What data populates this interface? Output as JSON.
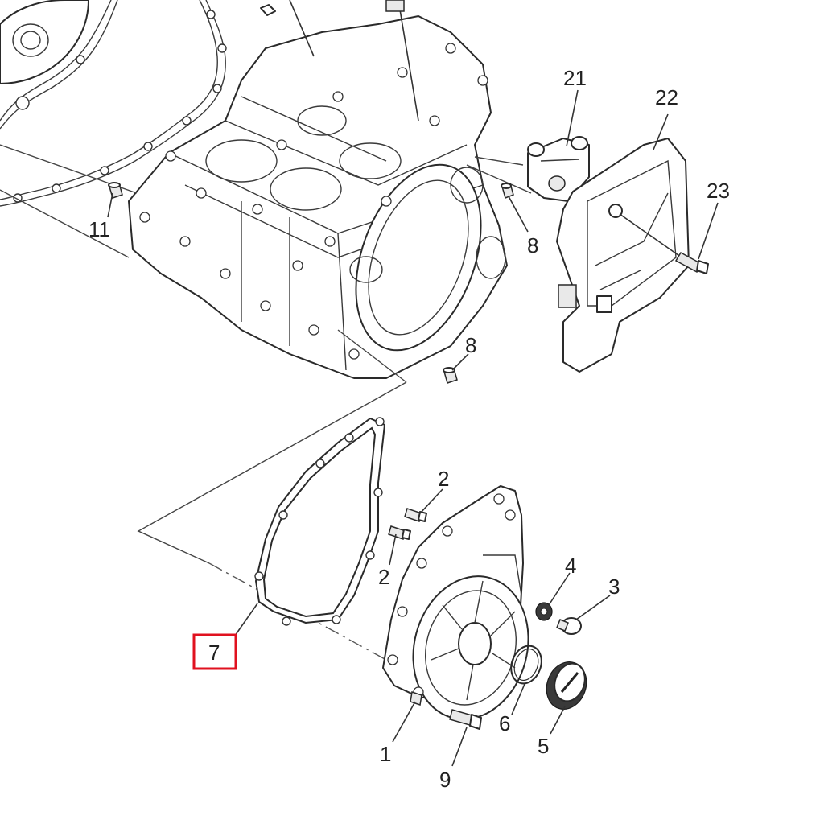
{
  "diagram": {
    "callouts": [
      {
        "id": "c21",
        "label": "21"
      },
      {
        "id": "c22",
        "label": "22"
      },
      {
        "id": "c23",
        "label": "23"
      },
      {
        "id": "c11",
        "label": "11"
      },
      {
        "id": "c8a",
        "label": "8"
      },
      {
        "id": "c8b",
        "label": "8"
      },
      {
        "id": "c2a",
        "label": "2"
      },
      {
        "id": "c2b",
        "label": "2"
      },
      {
        "id": "c4",
        "label": "4"
      },
      {
        "id": "c3",
        "label": "3"
      },
      {
        "id": "c7",
        "label": "7"
      },
      {
        "id": "c6",
        "label": "6"
      },
      {
        "id": "c5",
        "label": "5"
      },
      {
        "id": "c1",
        "label": "1"
      },
      {
        "id": "c9",
        "label": "9"
      }
    ],
    "highlight": {
      "label_id": "c7",
      "color": "#e0111f"
    }
  }
}
